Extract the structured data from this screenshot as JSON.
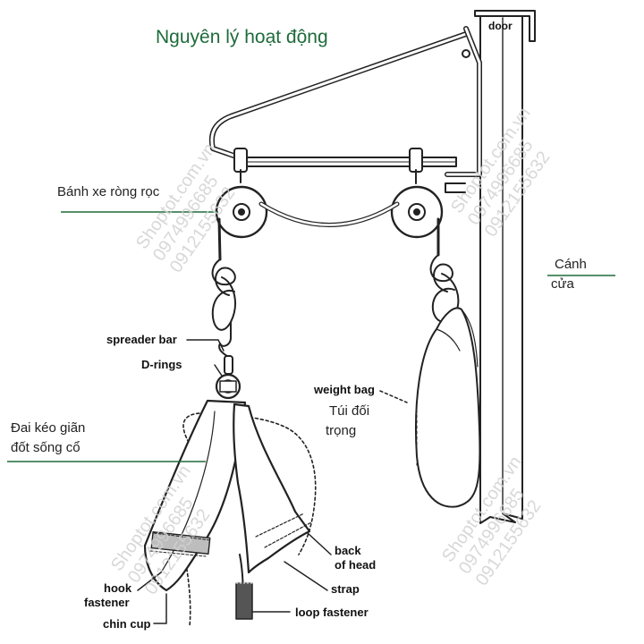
{
  "title": "Nguyên lý hoạt động",
  "door_label": "door",
  "labels_vi": {
    "pulley": "Bánh xe ròng rọc",
    "door_panel_line1": "Cánh",
    "door_panel_line2": "cửa",
    "counterweight_line1": "Túi đối",
    "counterweight_line2": "trọng",
    "traction_line1": "Đai kéo giãn",
    "traction_line2": "đốt sống cổ"
  },
  "labels_en": {
    "spreader_bar": "spreader bar",
    "d_rings": "D-rings",
    "weight_bag": "weight bag",
    "back_of_head_line1": "back",
    "back_of_head_line2": "of head",
    "strap": "strap",
    "hook_fastener_line1": "hook",
    "hook_fastener_line2": "fastener",
    "loop_fastener": "loop fastener",
    "chin_cup": "chin cup"
  },
  "watermark": {
    "line1": "Shoptot.com.vn",
    "line2": "0974996685",
    "line3": "0912155632"
  },
  "colors": {
    "accent_green": "#1e6b3a",
    "line_dark": "#222222",
    "watermark": "#d2d2d2"
  }
}
